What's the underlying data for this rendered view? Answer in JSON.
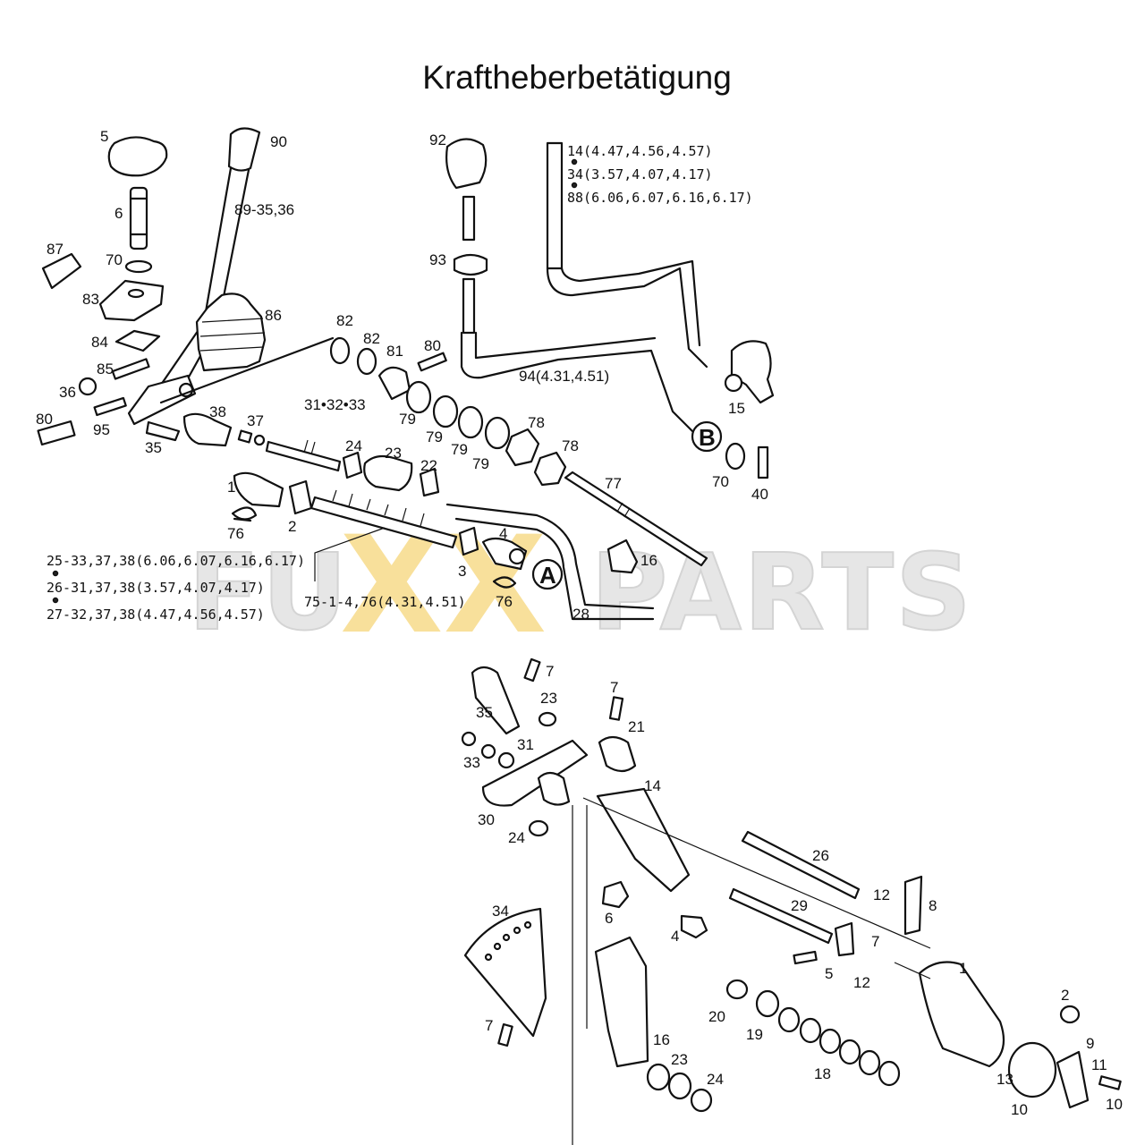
{
  "title": "Kraftheberbetätigung",
  "watermark": {
    "left": "FU",
    "mid": "XX",
    "right": "PARTS",
    "accent": "#f2c14e"
  },
  "notes_top": [
    "14(4.47,4.56,4.57)",
    "34(3.57,4.07,4.17)",
    "88(6.06,6.07,6.16,6.17)"
  ],
  "notes_left": [
    "25-33,37,38(6.06,6.07,6.16,6.17)",
    "26-31,37,38(3.57,4.07,4.17)",
    "27-32,37,38(4.47,4.56,4.57)"
  ],
  "label_group_75": "75-1-4,76(4.31,4.51)",
  "label_group_89": "89-35,36",
  "label_group_94": "94(4.31,4.51)",
  "label_group_31": "31•32•33",
  "callouts": {
    "A": "A",
    "B": "B"
  },
  "upper_labels": [
    "5",
    "90",
    "92",
    "6",
    "89",
    "87",
    "70",
    "83",
    "86",
    "84",
    "82",
    "82",
    "81",
    "80",
    "85",
    "36",
    "80",
    "95",
    "35",
    "38",
    "37",
    "31",
    "24",
    "23",
    "22",
    "79",
    "79",
    "79",
    "79",
    "78",
    "78",
    "77",
    "1",
    "2",
    "76",
    "4",
    "3",
    "76",
    "28",
    "16",
    "93",
    "15",
    "70",
    "40"
  ],
  "lower_labels": [
    "7",
    "7",
    "35",
    "23",
    "21",
    "31",
    "33",
    "14",
    "30",
    "24",
    "26",
    "6",
    "29",
    "12",
    "8",
    "34",
    "4",
    "7",
    "5",
    "12",
    "20",
    "19",
    "1",
    "2",
    "18",
    "16",
    "23",
    "24",
    "9",
    "11",
    "13",
    "10",
    "10",
    "7"
  ]
}
